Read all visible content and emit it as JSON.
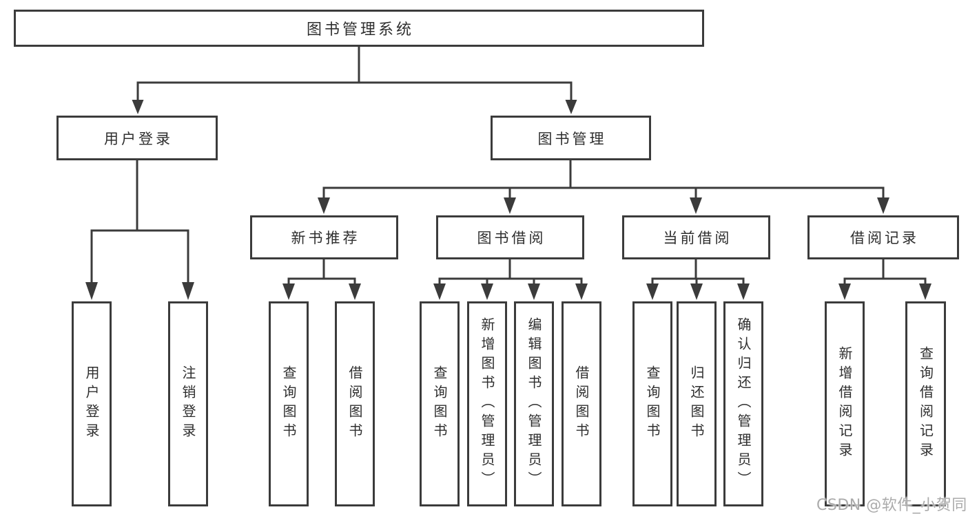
{
  "diagram": {
    "root": "图书管理系统",
    "level2": [
      "用户登录",
      "图书管理"
    ],
    "level3": [
      "新书推荐",
      "图书借阅",
      "当前借阅",
      "借阅记录"
    ],
    "level4": [
      "用户登录",
      "注销登录",
      "查询图书",
      "借阅图书",
      "查询图书",
      "新增图书（管理员）",
      "编辑图书（管理员）",
      "借阅图书",
      "查询图书",
      "归还图书",
      "确认归还（管理员）",
      "新增借阅记录",
      "查询借阅记录"
    ]
  },
  "watermark": "CSDN @软件_小贺同学",
  "colors": {
    "line": "#3b3b3b",
    "text": "#2e2e2e",
    "background": "#ffffff",
    "watermark": "#ababab"
  }
}
